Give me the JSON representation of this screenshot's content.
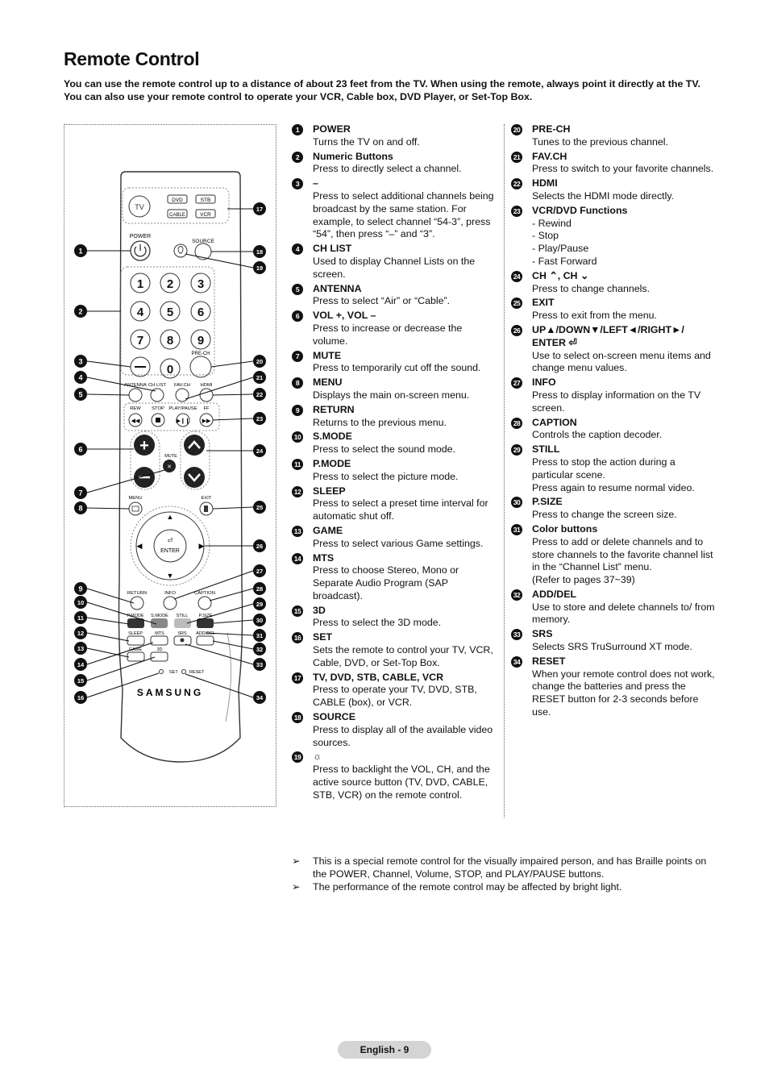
{
  "page": {
    "title": "Remote Control",
    "intro": "You can use the remote control up to a distance of about 23 feet from the TV. When using the remote, always point it directly at the TV. You can also use your remote control to operate your VCR, Cable box, DVD Player, or Set-Top Box.",
    "footer": "English - 9"
  },
  "remote": {
    "brand": "SAMSUNG",
    "labels": {
      "tv": "TV",
      "dvd": "DVD",
      "stb": "STB",
      "cable": "CABLE",
      "vcr": "VCR",
      "power": "POWER",
      "source": "SOURCE",
      "prech": "PRE-CH",
      "antenna": "ANTENNA",
      "chlist": "CH LIST",
      "favch": "FAV.CH",
      "hdmi": "HDMI",
      "rew": "REW",
      "stop": "STOP",
      "playpause": "PLAY/PAUSE",
      "ff": "FF",
      "mute": "MUTE",
      "menu": "MENU",
      "exit": "EXIT",
      "enter": "ENTER",
      "return": "RETURN",
      "info": "INFO",
      "caption": "CAPTION",
      "pmode": "P.MODE",
      "smode": "S.MODE",
      "still": "STILL",
      "psize": "P.SIZE",
      "sleep": "SLEEP",
      "mts": "MTS",
      "srs": "SRS",
      "adddel": "ADD/DEL",
      "game": "GAME",
      "3d": "3D",
      "set": "SET",
      "reset": "RESET"
    },
    "digits": [
      "1",
      "2",
      "3",
      "4",
      "5",
      "6",
      "7",
      "8",
      "9",
      "0"
    ],
    "callouts": [
      "1",
      "2",
      "3",
      "4",
      "5",
      "6",
      "7",
      "8",
      "9",
      "10",
      "11",
      "12",
      "13",
      "14",
      "15",
      "16",
      "17",
      "18",
      "19",
      "20",
      "21",
      "22",
      "23",
      "24",
      "25",
      "26",
      "27",
      "28",
      "29",
      "30",
      "31",
      "32",
      "33",
      "34"
    ]
  },
  "items_col1": [
    {
      "n": "1",
      "name": "POWER",
      "desc": "Turns the TV on and off."
    },
    {
      "n": "2",
      "name": "Numeric Buttons",
      "desc": "Press to directly select a channel."
    },
    {
      "n": "3",
      "name": "–",
      "desc": "Press to select additional channels being broadcast by the same station. For example, to select channel “54-3”, press “54”, then press “–” and “3”."
    },
    {
      "n": "4",
      "name": "CH LIST",
      "desc": "Used to display Channel Lists on the screen."
    },
    {
      "n": "5",
      "name": "ANTENNA",
      "desc": "Press to select “Air” or “Cable”."
    },
    {
      "n": "6",
      "name": "VOL +, VOL –",
      "desc": "Press to increase or decrease the volume."
    },
    {
      "n": "7",
      "name": "MUTE",
      "desc": "Press to temporarily cut off the sound."
    },
    {
      "n": "8",
      "name": "MENU",
      "desc": "Displays the main on-screen menu."
    },
    {
      "n": "9",
      "name": "RETURN",
      "desc": "Returns to the previous menu."
    },
    {
      "n": "10",
      "name": "S.MODE",
      "desc": "Press to select the sound mode."
    },
    {
      "n": "11",
      "name": "P.MODE",
      "desc": "Press to select the picture mode."
    },
    {
      "n": "12",
      "name": "SLEEP",
      "desc": "Press to select a preset time interval for automatic shut off."
    },
    {
      "n": "13",
      "name": "GAME",
      "desc": "Press to select various Game settings."
    },
    {
      "n": "14",
      "name": "MTS",
      "desc": "Press to choose Stereo, Mono or Separate Audio Program (SAP broadcast)."
    },
    {
      "n": "15",
      "name": "3D",
      "desc": "Press to select the 3D mode."
    },
    {
      "n": "16",
      "name": "SET",
      "desc": "Sets the remote to control your TV, VCR, Cable, DVD, or Set-Top Box."
    },
    {
      "n": "17",
      "name": "TV, DVD, STB, CABLE, VCR",
      "desc": "Press to operate your TV, DVD, STB, CABLE (box), or VCR."
    },
    {
      "n": "18",
      "name": "SOURCE",
      "desc": "Press to display all of the available video sources."
    },
    {
      "n": "19",
      "name": "",
      "desc": "Press to backlight the VOL, CH, and the active source button (TV, DVD, CABLE, STB, VCR) on the remote control."
    }
  ],
  "items_col2": [
    {
      "n": "20",
      "name": "PRE-CH",
      "desc": "Tunes to the previous channel."
    },
    {
      "n": "21",
      "name": "FAV.CH",
      "desc": "Press to switch to your favorite channels."
    },
    {
      "n": "22",
      "name": "HDMI",
      "desc": "Selects the HDMI mode directly."
    },
    {
      "n": "23",
      "name": "VCR/DVD Functions",
      "desc": "- Rewind\n- Stop\n- Play/Pause\n- Fast Forward"
    },
    {
      "n": "24",
      "name": "CH ⌃, CH ⌄",
      "desc": "Press to change channels."
    },
    {
      "n": "25",
      "name": "EXIT",
      "desc": "Press to exit from the menu."
    },
    {
      "n": "26",
      "name": "UP▲/DOWN▼/LEFT◄/RIGHT►/ ENTER ⏎",
      "desc": "Use to select on-screen menu items and change menu values."
    },
    {
      "n": "27",
      "name": "INFO",
      "desc": "Press to display information on the TV screen."
    },
    {
      "n": "28",
      "name": "CAPTION",
      "desc": "Controls the caption decoder."
    },
    {
      "n": "29",
      "name": "STILL",
      "desc": "Press to stop the action during a particular scene.\nPress again to resume normal video."
    },
    {
      "n": "30",
      "name": "P.SIZE",
      "desc": "Press to change the screen size."
    },
    {
      "n": "31",
      "name": "Color buttons",
      "desc": "Press to add or delete channels and to store channels to the favorite channel list in the “Channel List” menu.\n(Refer to pages 37~39)"
    },
    {
      "n": "32",
      "name": "ADD/DEL",
      "desc": "Use to store and delete channels to/ from memory."
    },
    {
      "n": "33",
      "name": "SRS",
      "desc": "Selects SRS TruSurround XT mode."
    },
    {
      "n": "34",
      "name": "RESET",
      "desc": "When your remote control does not work, change the batteries and press the RESET button for 2-3 seconds before use."
    }
  ],
  "notes": [
    {
      "arrow": "➢",
      "text": "This is a special remote control for the visually impaired person, and has Braille points on the POWER, Channel, Volume, STOP, and PLAY/PAUSE buttons."
    },
    {
      "arrow": "➢",
      "text": "The performance of the remote control may be affected by bright light."
    }
  ]
}
